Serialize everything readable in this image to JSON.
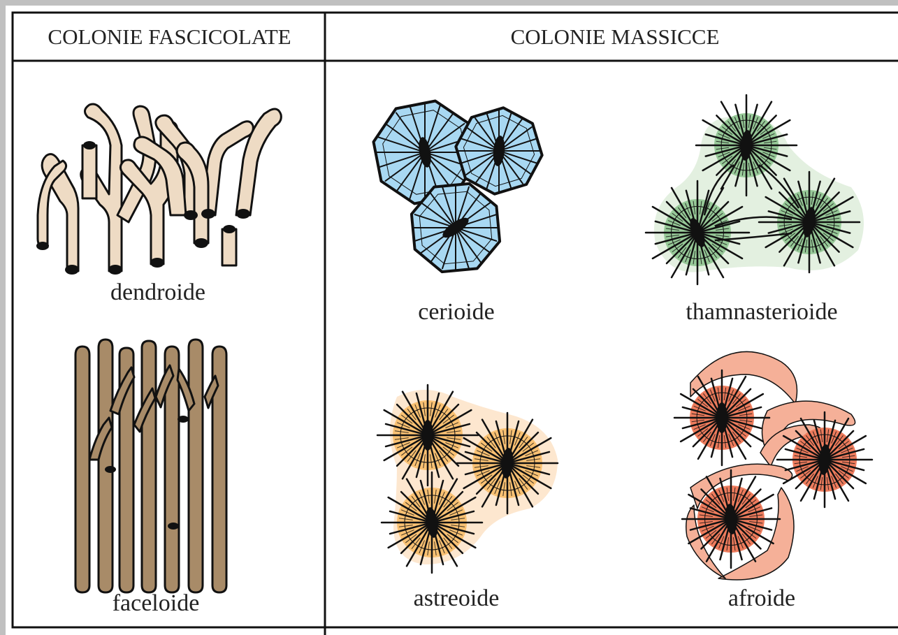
{
  "headers": {
    "fasciculate": "COLONIE FASCICOLATE",
    "massive": "COLONIE MASSICCE"
  },
  "labels": {
    "dendroid": "dendroide",
    "phaceloid": "faceloide",
    "cerioid": "cerioide",
    "thamnasterioid": "thamnasterioide",
    "astreoid": "astreoide",
    "aphroid": "afroide"
  },
  "colors": {
    "dendroid_fill": "#eedbc4",
    "phaceloid_fill": "#a88b68",
    "cerioid_fill": "#a8d8f2",
    "thamnasterioid_halo": "#e3f0e0",
    "thamnasterioid_fill": "#97c998",
    "astreoid_halo": "#fde7cf",
    "astreoid_fill": "#f9c173",
    "aphroid_fill": "#ee7c5d",
    "aphroid_wall": "#f5b098",
    "outline": "#111111"
  }
}
